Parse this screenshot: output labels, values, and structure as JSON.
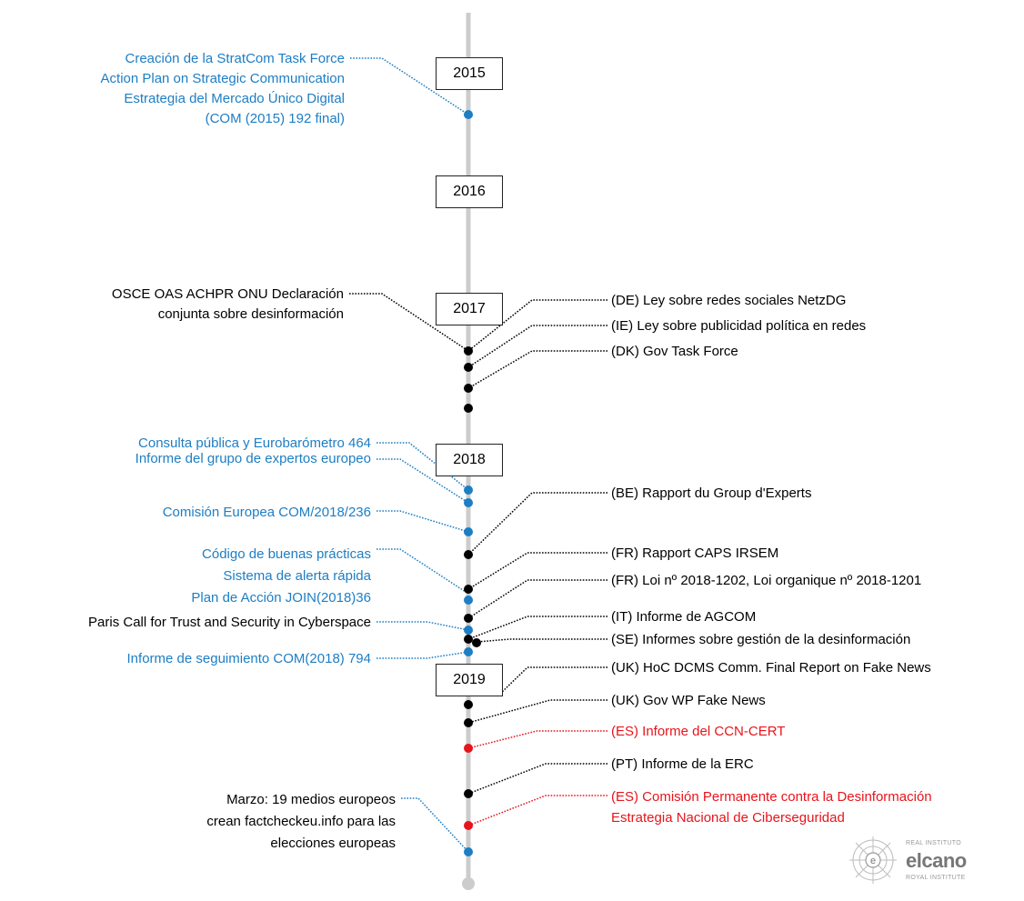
{
  "colors": {
    "blue": "#1d7ec4",
    "black": "#000000",
    "red": "#e8141b",
    "axis": "#cccccc"
  },
  "years": [
    "2015",
    "2016",
    "2017",
    "2018",
    "2019"
  ],
  "left_labels": {
    "2015_1": "Creación de la StratCom Task Force",
    "2015_2": "Action Plan on Strategic Communication",
    "2015_3": "Estrategia del Mercado Único Digital",
    "2015_4": "(COM (2015) 192 final)",
    "osce_1": "OSCE OAS ACHPR ONU Declaración",
    "osce_2": "conjunta sobre desinformación",
    "consulta": "Consulta pública y Eurobarómetro 464",
    "informe_grupo": "Informe del grupo de expertos europeo",
    "comision": "Comisión Europea COM/2018/236",
    "codigo": "Código de buenas prácticas",
    "sistema": "Sistema de alerta rápida",
    "plan": "Plan de Acción JOIN(2018)36",
    "paris": "Paris Call for Trust and Security in Cyberspace",
    "seguimiento": "Informe de seguimiento COM(2018) 794",
    "marzo_1": "Marzo: 19 medios europeos",
    "marzo_2": "crean factcheckeu.info para las",
    "marzo_3": "elecciones europeas"
  },
  "right_labels": {
    "de": "(DE) Ley sobre redes sociales NetzDG",
    "ie": "(IE) Ley sobre publicidad política en redes",
    "dk": "(DK) Gov Task Force",
    "be": "(BE) Rapport du Group d'Experts",
    "fr1": "(FR) Rapport CAPS IRSEM",
    "fr2": "(FR) Loi nº 2018-1202, Loi organique nº 2018-1201",
    "it": "(IT) Informe de AGCOM",
    "se": "(SE) Informes sobre gestión de la desinformación",
    "uk1": "(UK) HoC DCMS Comm. Final Report on Fake News",
    "uk2": "(UK) Gov WP Fake News",
    "es1": "(ES) Informe del CCN-CERT",
    "pt": "(PT) Informe de la ERC",
    "es2_1": "(ES) Comisión Permanente contra la Desinformación",
    "es2_2": "Estrategia Nacional de Ciberseguridad"
  },
  "logo": {
    "small_top": "REAL INSTITUTO",
    "brand": "elcano",
    "small_bottom": "ROYAL INSTITUTE",
    "icon": "elcano-compass-icon"
  }
}
